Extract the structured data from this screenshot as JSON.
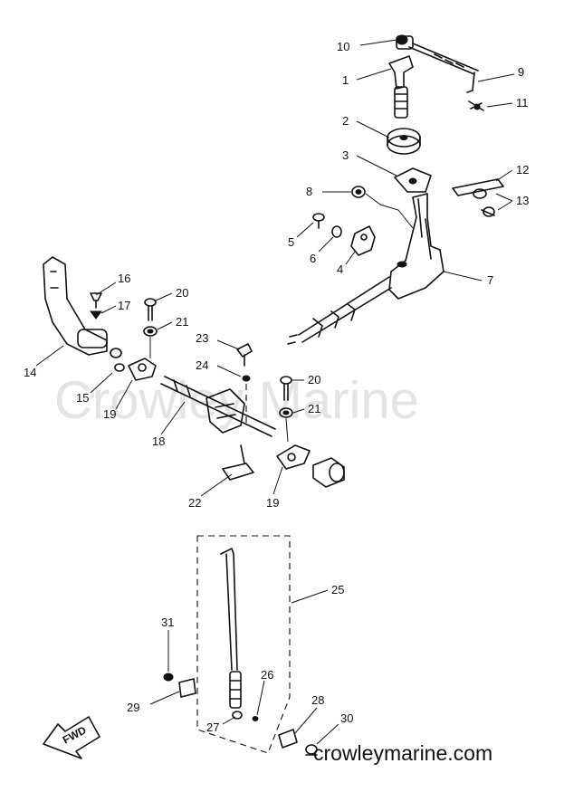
{
  "watermark": "Crowley Marine",
  "footer_site": "crowleymarine.com",
  "fwd_label": "FWD",
  "callouts": {
    "c1": "1",
    "c2": "2",
    "c3": "3",
    "c4": "4",
    "c5": "5",
    "c6": "6",
    "c7": "7",
    "c8": "8",
    "c9": "9",
    "c10": "10",
    "c11": "11",
    "c12": "12",
    "c13": "13",
    "c14": "14",
    "c15": "15",
    "c16": "16",
    "c17": "17",
    "c18": "18",
    "c19a": "19",
    "c19b": "19",
    "c20a": "20",
    "c20b": "20",
    "c21a": "21",
    "c21b": "21",
    "c22": "22",
    "c23": "23",
    "c24": "24",
    "c25": "25",
    "c26": "26",
    "c27": "27",
    "c28": "28",
    "c29": "29",
    "c30": "30",
    "c31": "31"
  }
}
